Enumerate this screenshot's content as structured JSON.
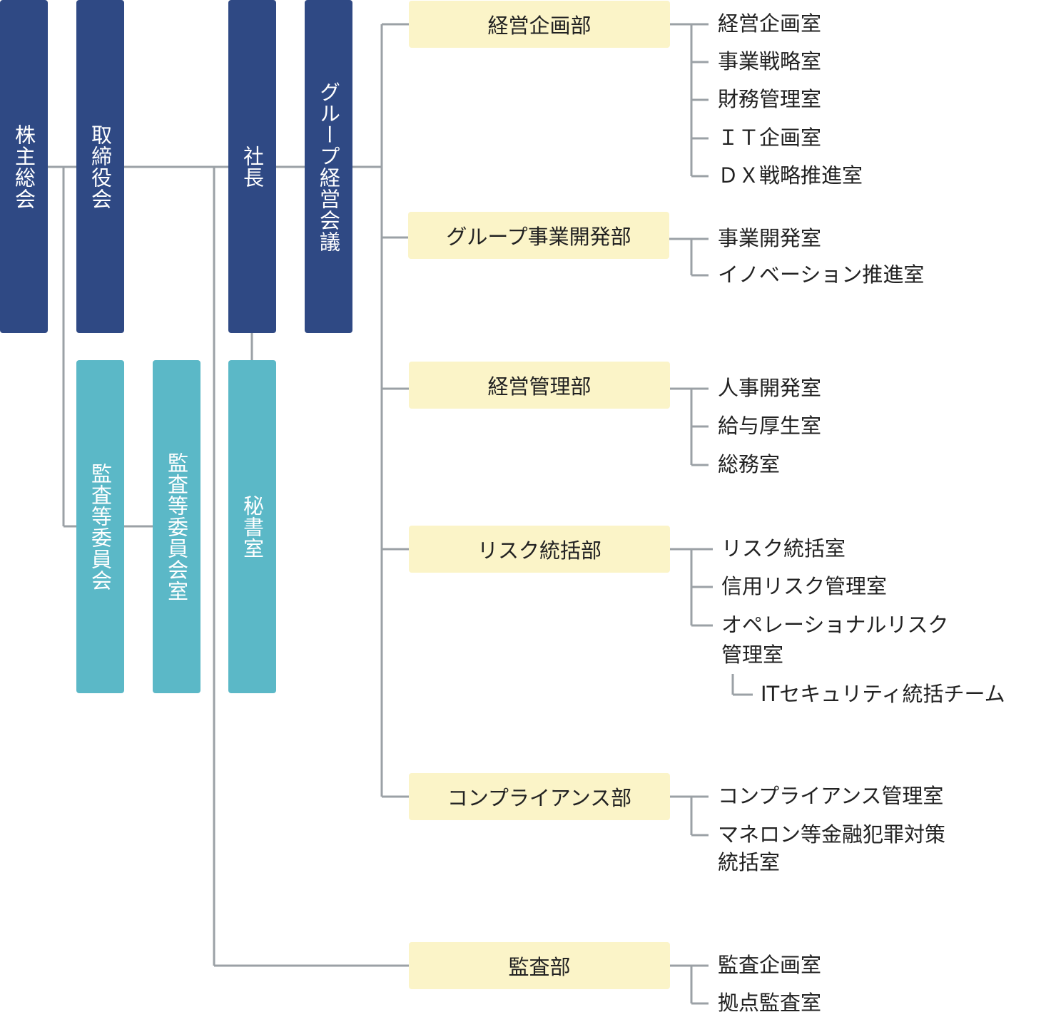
{
  "governance": {
    "shareholders": "株主総会",
    "board": "取締役会",
    "president": "社長",
    "group_council": "グループ経営会議",
    "audit_committee": "監査等委員会",
    "audit_committee_office": "監査等委員会室",
    "secretary_office": "秘書室"
  },
  "departments": [
    {
      "name": "経営企画部",
      "offices": [
        "経営企画室",
        "事業戦略室",
        "財務管理室",
        "ＩＴ企画室",
        "ＤＸ戦略推進室"
      ]
    },
    {
      "name": "グループ事業開発部",
      "offices": [
        "事業開発室",
        "イノベーション推進室"
      ]
    },
    {
      "name": "経営管理部",
      "offices": [
        "人事開発室",
        "給与厚生室",
        "総務室"
      ]
    },
    {
      "name": "リスク統括部",
      "offices": [
        "リスク統括室",
        "信用リスク管理室",
        "オペレーショナルリスク",
        "管理室"
      ],
      "team": "ITセキュリティ統括チーム"
    },
    {
      "name": "コンプライアンス部",
      "offices": [
        "コンプライアンス管理室",
        "マネロン等金融犯罪対策",
        "統括室"
      ]
    },
    {
      "name": "監査部",
      "offices": [
        "監査企画室",
        "拠点監査室"
      ]
    }
  ],
  "colors": {
    "navy": "#2f4984",
    "teal": "#5bb8c7",
    "dept_bg": "#fbf4c8",
    "line": "#9ba1a6"
  }
}
